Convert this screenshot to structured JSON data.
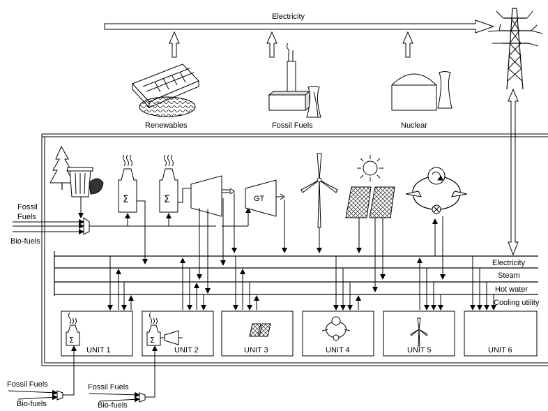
{
  "top": {
    "electricity_label": "Electricity",
    "sources": {
      "renewables": "Renewables",
      "fossil": "Fossil Fuels",
      "nuclear": "Nuclear"
    }
  },
  "inputs": {
    "fossil_fuels_top": "Fossil",
    "fossil_fuels_bottom": "Fuels",
    "bio_fuels": "Bio-fuels",
    "bottom_fossil_1": "Fossil Fuels",
    "bottom_bio_1": "Bio-fuels",
    "bottom_fossil_2": "Fossil Fuels",
    "bottom_bio_2": "Bio-fuels"
  },
  "equipment": {
    "gas_turbine": "GT"
  },
  "headers": {
    "electricity": "Electricity",
    "steam": "Steam",
    "hot_water": "Hot water",
    "cooling": "Cooling utility"
  },
  "units": [
    {
      "label": "UNIT 1"
    },
    {
      "label": "UNIT 2"
    },
    {
      "label": "UNIT 3"
    },
    {
      "label": "UNIT 4"
    },
    {
      "label": "UNIT 5"
    },
    {
      "label": "UNIT 6"
    }
  ]
}
